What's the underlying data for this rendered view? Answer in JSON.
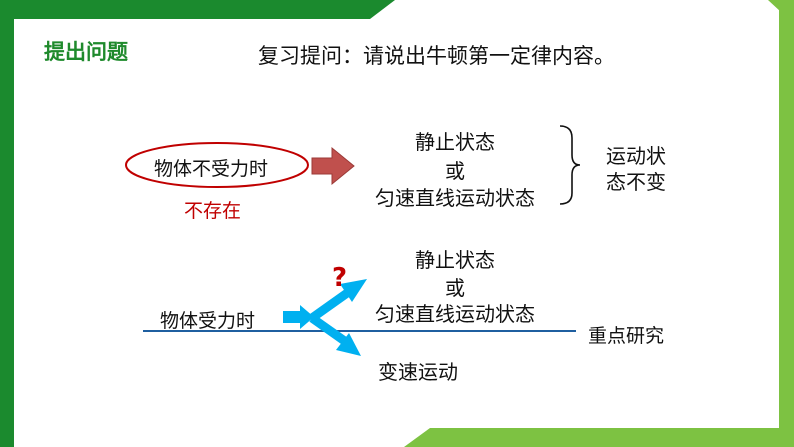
{
  "header": {
    "title": "提出问题",
    "question": "复习提问：请说出牛顿第一定律内容。"
  },
  "case_no_force": {
    "condition": "物体不受力时",
    "note": "不存在",
    "state_1": "静止状态",
    "or": "或",
    "state_2": "匀速直线运动状态",
    "conclusion_line1": "运动状",
    "conclusion_line2": "态不变"
  },
  "case_force": {
    "condition": "物体受力时",
    "question_mark": "?",
    "state_1": "静止状态",
    "or": "或",
    "state_2": "匀速直线运动状态",
    "state_3": "变速运动",
    "focus": "重点研究"
  },
  "colors": {
    "green_dark": "#1b8a2e",
    "green_light": "#7dc242",
    "red": "#c00000",
    "arrow_red": "#c0504d",
    "blue": "#00b0f0",
    "line_blue": "#1f5fa0"
  }
}
